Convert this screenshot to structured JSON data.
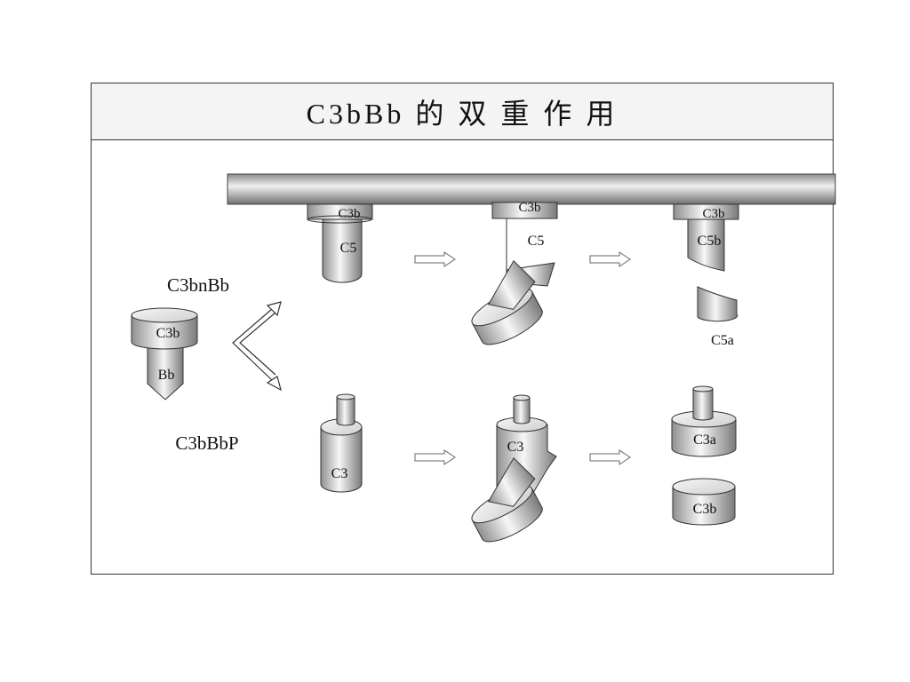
{
  "title": "C3bBb 的 双 重 作 用",
  "complex_upper_label": "C3bnBb",
  "complex_lower_label": "C3bBbP",
  "enzyme": {
    "head": "C3b",
    "tip": "Bb"
  },
  "top_row": {
    "step1": {
      "cap": "C3b",
      "body": "C5"
    },
    "step2": {
      "cap": "C3b",
      "body": "C5"
    },
    "step3": {
      "cap": "C3b",
      "body": "C5b",
      "fragment": "C5a"
    }
  },
  "bottom_row": {
    "step1": {
      "body": "C3"
    },
    "step2": {
      "body": "C3"
    },
    "step3": {
      "upper": "C3a",
      "lower": "C3b"
    }
  }
}
